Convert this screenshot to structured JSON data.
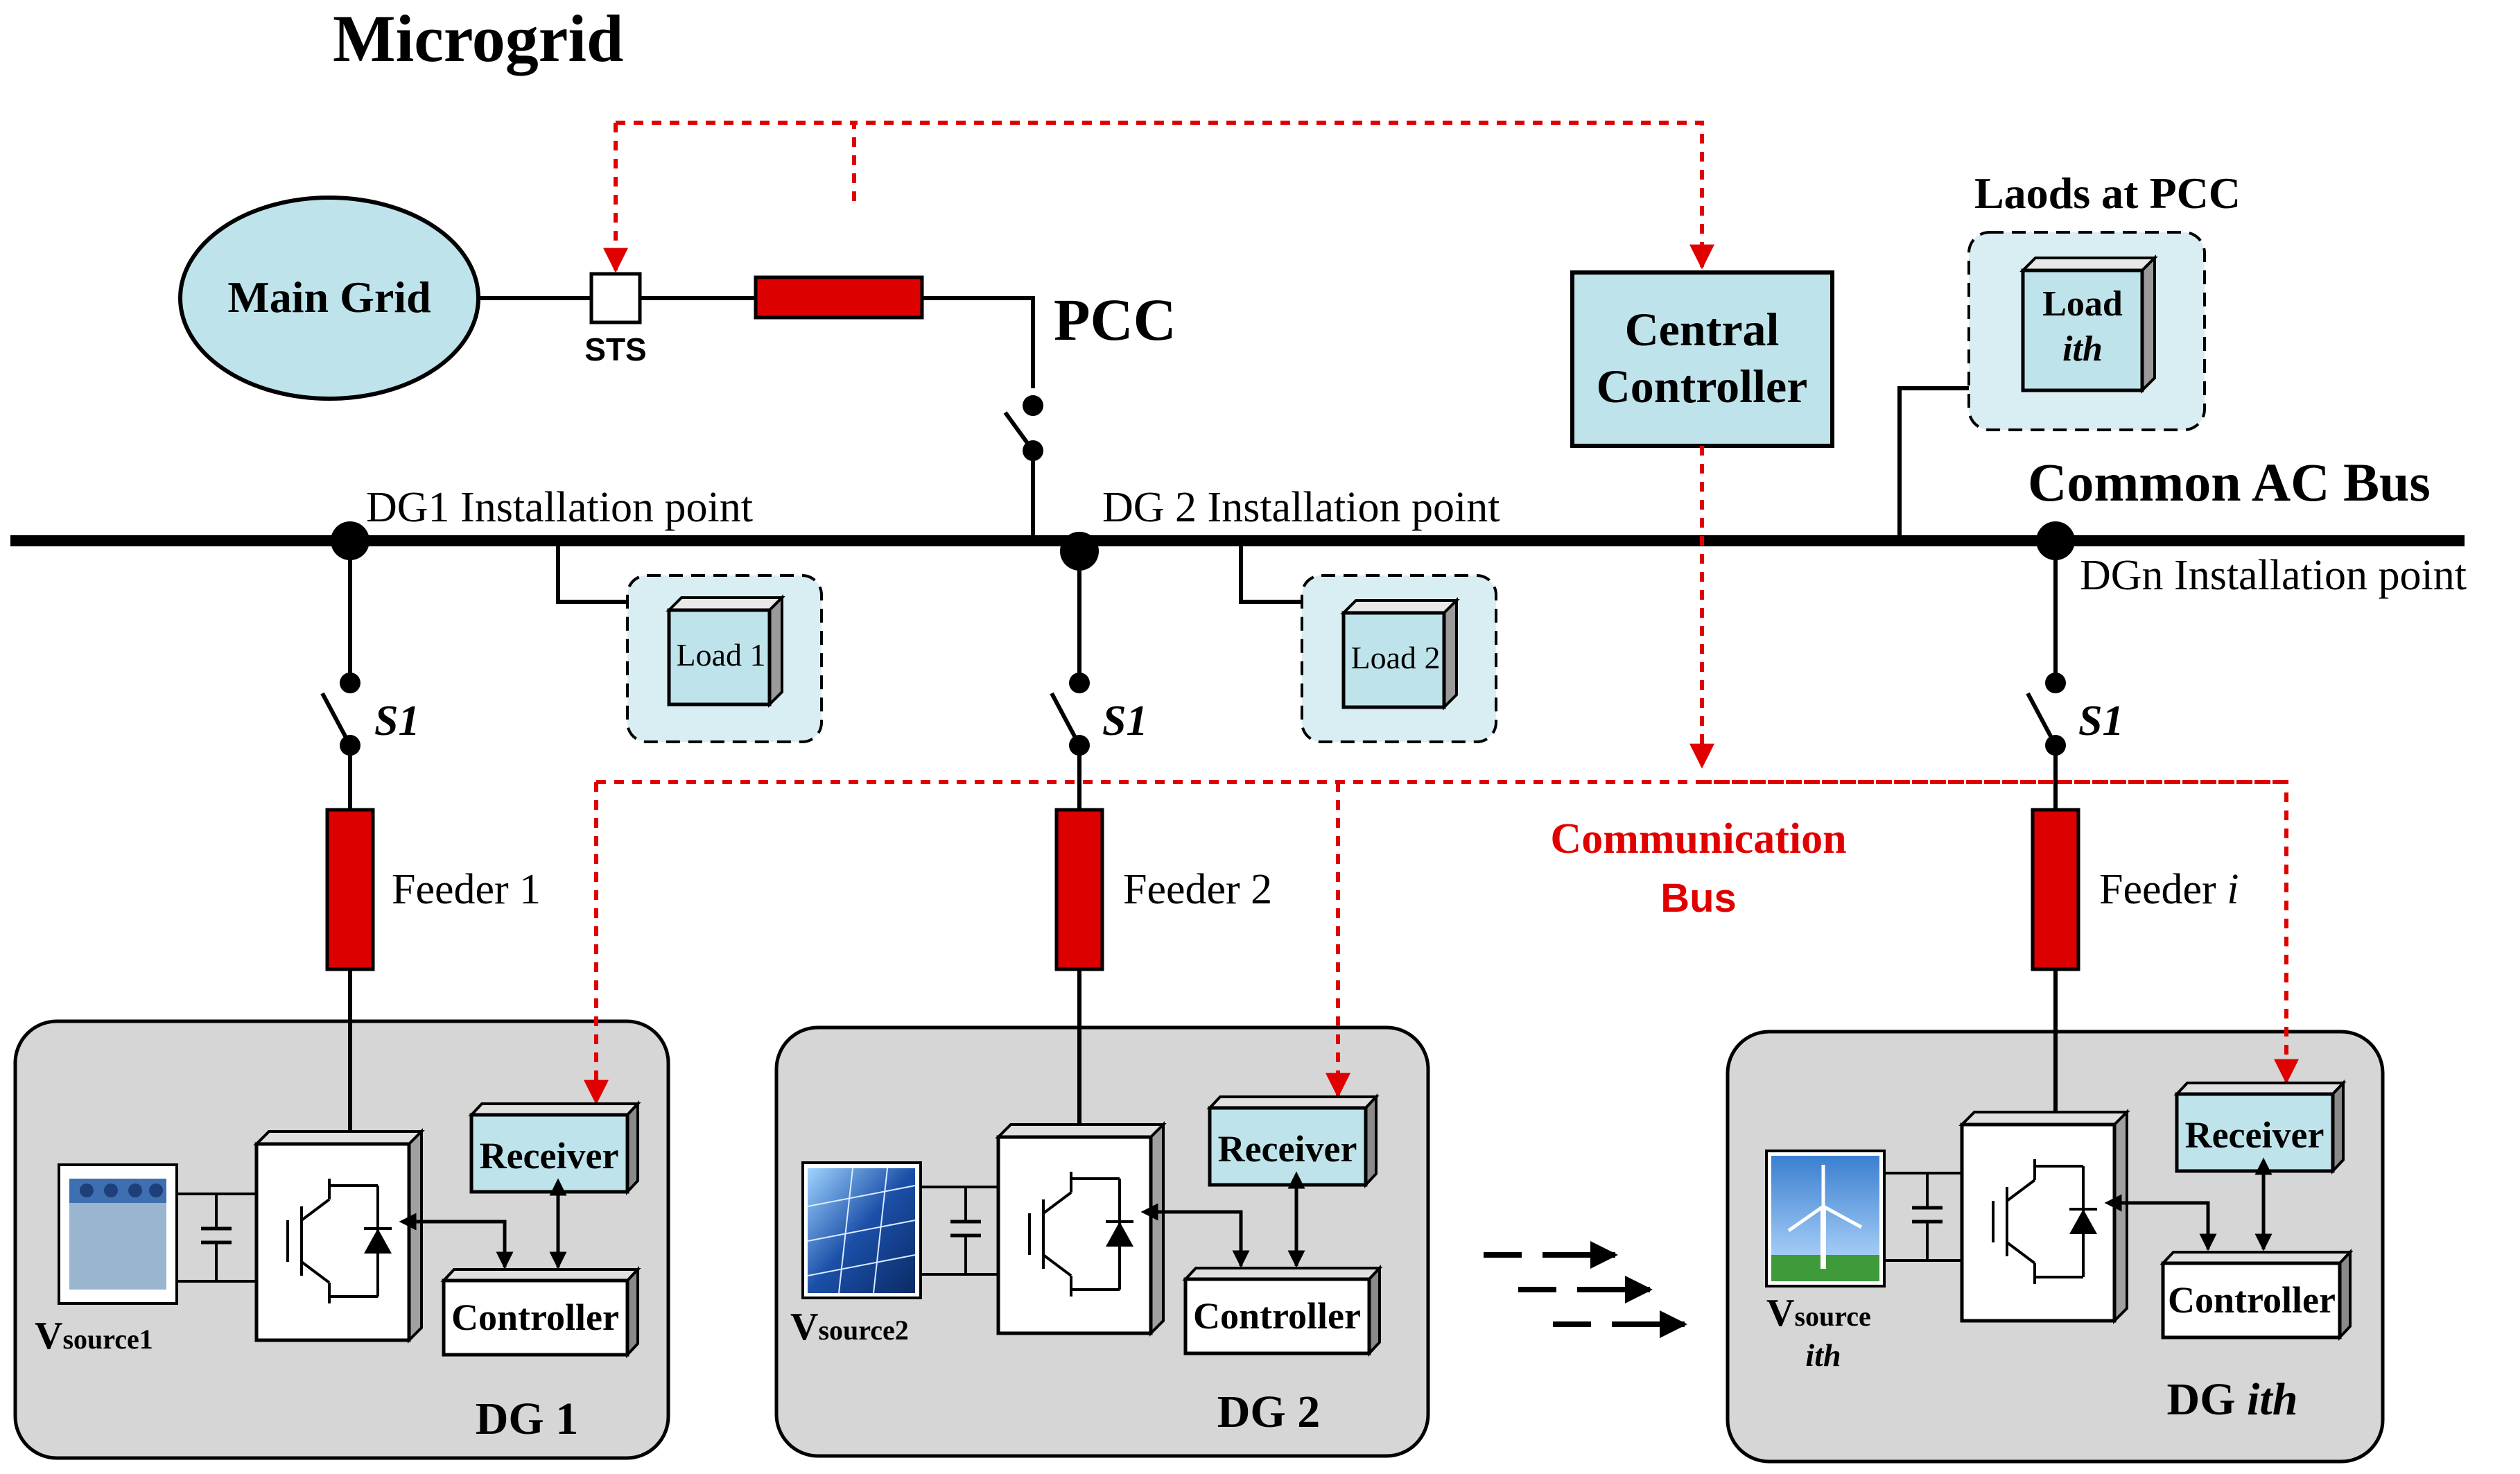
{
  "title": "Microgrid",
  "main_grid": "Main Grid",
  "sts": "STS",
  "pcc": "PCC",
  "central_controller": [
    "Central",
    "Controller"
  ],
  "loads_at_pcc": "Laods at PCC",
  "load_ith": [
    "Load",
    "ith"
  ],
  "common_ac_bus": "Common AC Bus",
  "install_points": [
    "DG1 Installation point",
    "DG 2 Installation point",
    "DGn Installation point"
  ],
  "loads": [
    "Load 1",
    "Load 2"
  ],
  "switch_label": "S1",
  "feeders": [
    "Feeder 1",
    "Feeder 2",
    "Feeder "
  ],
  "feeder_i_italic": "i",
  "communication_bus": [
    "Communication",
    "Bus"
  ],
  "receiver": "Receiver",
  "controller": "Controller",
  "dg_labels": [
    "DG 1",
    "DG 2",
    "DG "
  ],
  "dg_ith_italic": "ith",
  "vsource": {
    "v": "V",
    "sub1": "source1",
    "sub2": "source2",
    "sub3": "source",
    "ith": "ith"
  },
  "colors": {
    "bus": "#000000",
    "feeder_red": "#dd0000",
    "comm_red": "#e00000",
    "light_blue": "#bfe3ea",
    "dg_box_gray": "#d6d6d6"
  }
}
